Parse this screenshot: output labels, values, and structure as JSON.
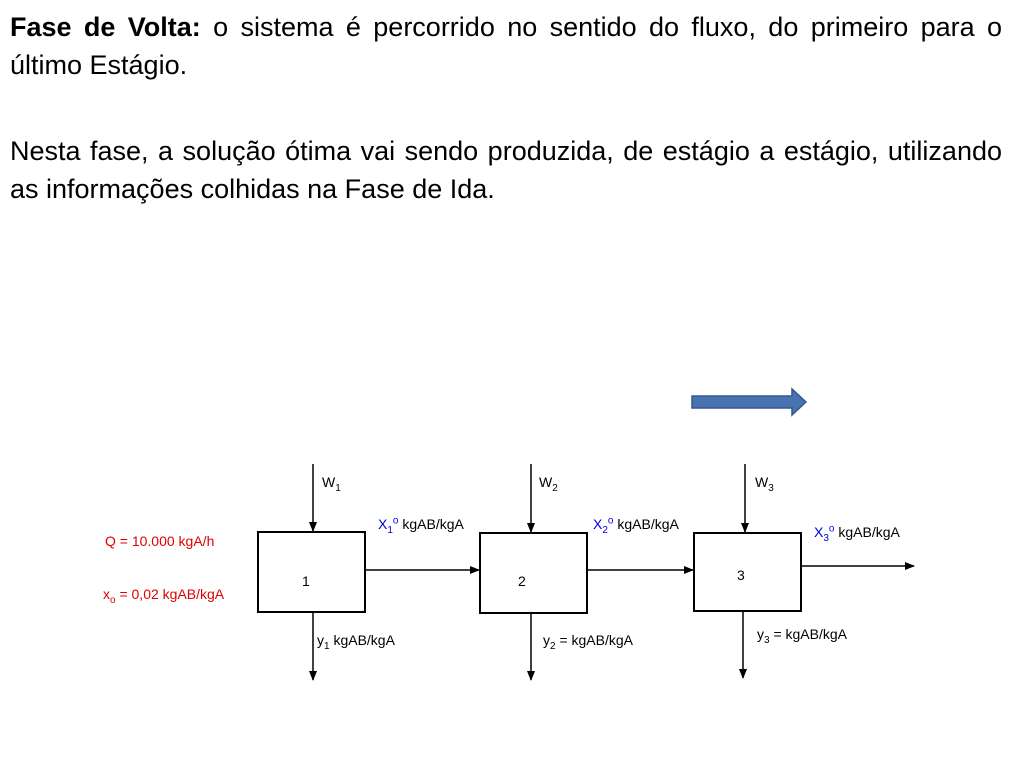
{
  "text": {
    "p1_bold": "Fase de Volta:",
    "p1_rest": " o sistema é percorrido no sentido  do fluxo, do primeiro para o último Estágio.",
    "p2": "Nesta fase,  a solução ótima vai  sendo produzida, de estágio a estágio, utilizando as informações colhidas na Fase de Ida."
  },
  "diagram": {
    "feed": {
      "q": "Q = 10.000 kgA/h",
      "x_var": "x",
      "x_sub": "o",
      "x_rest": "  = 0,02 kgAB/kgA"
    },
    "stages": [
      {
        "number": "1",
        "w_var": "W",
        "w_sub": "1",
        "x_var": "X",
        "x_sub": "1",
        "x_sup": "o",
        "x_unit": " kgAB/kgA",
        "y_var": "y",
        "y_sub": "1",
        "y_rest": " kgAB/kgA"
      },
      {
        "number": "2",
        "w_var": "W",
        "w_sub": "2",
        "x_var": "X",
        "x_sub": "2",
        "x_sup": "o",
        "x_unit": " kgAB/kgA",
        "y_var": "y",
        "y_sub": "2",
        "y_rest": " = kgAB/kgA"
      },
      {
        "number": "3",
        "w_var": "W",
        "w_sub": "3",
        "x_var": "X",
        "x_sub": "3",
        "x_sup": "o",
        "x_unit": " kgAB/kgA",
        "y_var": "y",
        "y_sub": "3",
        "y_rest": " = kgAB/kgA"
      }
    ],
    "colors": {
      "feed": "#e00000",
      "x_var": "#0000dd",
      "direction_arrow": "#4a72b0"
    }
  }
}
